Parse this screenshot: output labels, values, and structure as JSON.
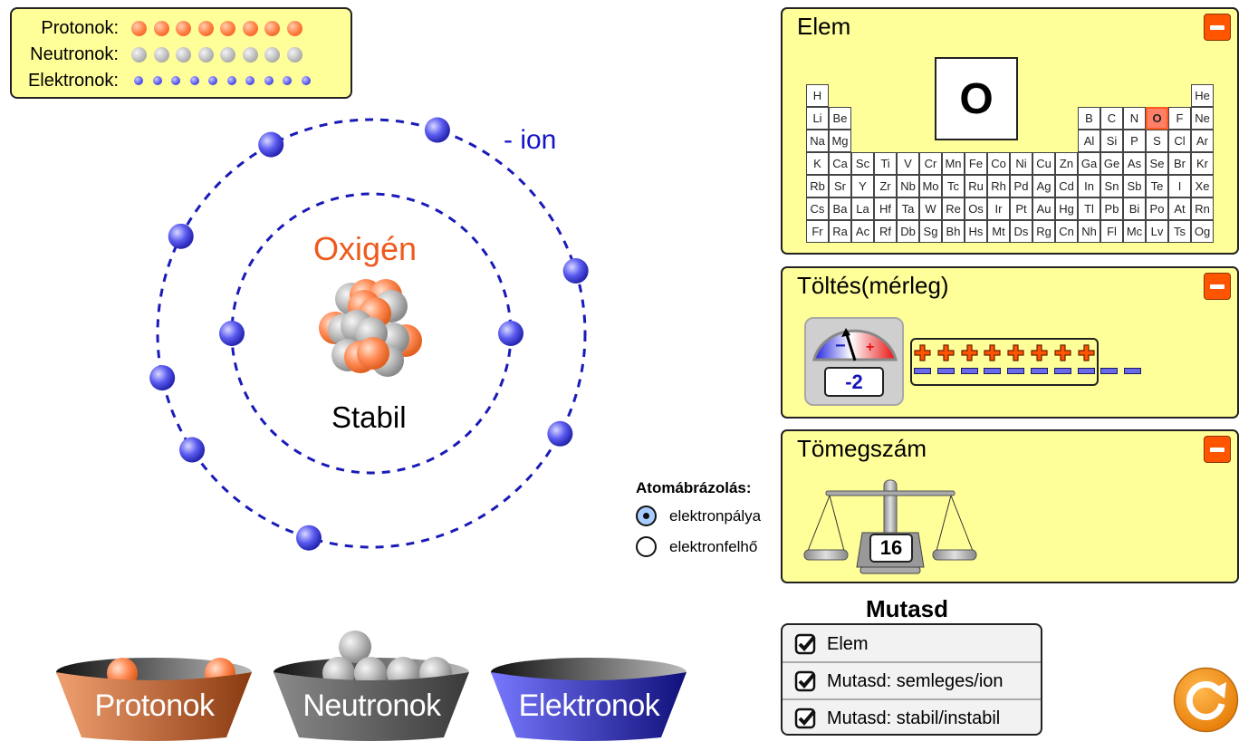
{
  "legend": {
    "rows": [
      {
        "label": "Protonok:",
        "count": 8,
        "kind": "proton"
      },
      {
        "label": "Neutronok:",
        "count": 8,
        "kind": "neutron"
      },
      {
        "label": "Elektronok:",
        "count": 10,
        "kind": "electron"
      }
    ]
  },
  "atom": {
    "element_name": "Oxigén",
    "stability": "Stabil",
    "ion_label": "- ion",
    "inner_shell_electrons": 2,
    "outer_shell_electrons": 8,
    "nucleus": {
      "protons": 8,
      "neutrons": 8
    }
  },
  "panels": {
    "element": {
      "title": "Elem",
      "symbol": "O",
      "selected": "O",
      "table_rows": [
        [
          "H",
          "",
          "",
          "",
          "",
          "",
          "",
          "",
          "",
          "",
          "",
          "",
          "",
          "",
          "",
          "",
          "",
          "He"
        ],
        [
          "Li",
          "Be",
          "",
          "",
          "",
          "",
          "",
          "",
          "",
          "",
          "",
          "",
          "B",
          "C",
          "N",
          "O",
          "F",
          "Ne"
        ],
        [
          "Na",
          "Mg",
          "",
          "",
          "",
          "",
          "",
          "",
          "",
          "",
          "",
          "",
          "Al",
          "Si",
          "P",
          "S",
          "Cl",
          "Ar"
        ],
        [
          "K",
          "Ca",
          "Sc",
          "Ti",
          "V",
          "Cr",
          "Mn",
          "Fe",
          "Co",
          "Ni",
          "Cu",
          "Zn",
          "Ga",
          "Ge",
          "As",
          "Se",
          "Br",
          "Kr"
        ],
        [
          "Rb",
          "Sr",
          "Y",
          "Zr",
          "Nb",
          "Mo",
          "Tc",
          "Ru",
          "Rh",
          "Pd",
          "Ag",
          "Cd",
          "In",
          "Sn",
          "Sb",
          "Te",
          "I",
          "Xe"
        ],
        [
          "Cs",
          "Ba",
          "La",
          "Hf",
          "Ta",
          "W",
          "Re",
          "Os",
          "Ir",
          "Pt",
          "Au",
          "Hg",
          "Tl",
          "Pb",
          "Bi",
          "Po",
          "At",
          "Rn"
        ],
        [
          "Fr",
          "Ra",
          "Ac",
          "Rf",
          "Db",
          "Sg",
          "Bh",
          "Hs",
          "Mt",
          "Ds",
          "Rg",
          "Cn",
          "Nh",
          "Fl",
          "Mc",
          "Lv",
          "Ts",
          "Og"
        ]
      ]
    },
    "charge": {
      "title": "Töltés(mérleg)",
      "value": "-2",
      "plus_count": 8,
      "minus_count": 10,
      "meter_minus": "−",
      "meter_plus": "+"
    },
    "mass": {
      "title": "Tömegszám",
      "value": "16"
    }
  },
  "representation": {
    "title": "Atomábrázolás:",
    "options": [
      {
        "label": "elektronpálya",
        "checked": true
      },
      {
        "label": "elektronfelhő",
        "checked": false
      }
    ]
  },
  "show": {
    "title": "Mutasd",
    "options": [
      {
        "label": "Elem",
        "checked": true
      },
      {
        "label": "Mutasd: semleges/ion",
        "checked": true
      },
      {
        "label": "Mutasd: stabil/instabil",
        "checked": true
      }
    ]
  },
  "buckets": [
    {
      "label": "Protonok",
      "remaining": 2
    },
    {
      "label": "Neutronok",
      "remaining": 5
    },
    {
      "label": "Elektronok",
      "remaining": 0
    }
  ],
  "colors": {
    "panel_bg": "#ffff99",
    "accent_orange": "#ff5500",
    "element_name": "#ee5a1c",
    "ion_label": "#1515c8",
    "orbit": "#1a1ab8"
  }
}
